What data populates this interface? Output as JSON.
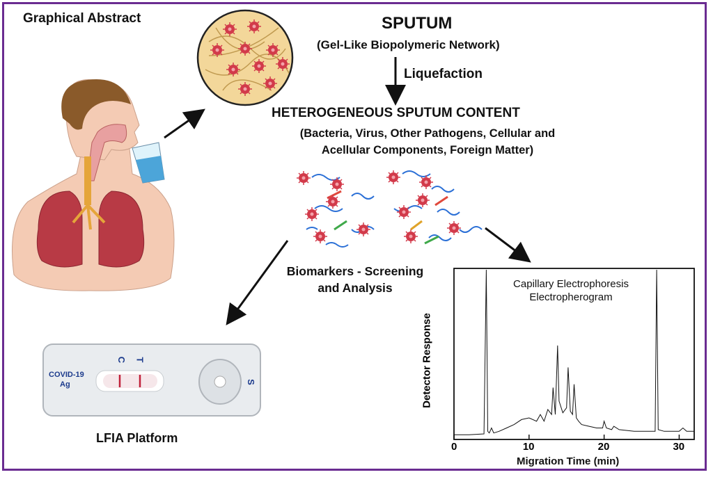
{
  "texts": {
    "graphical_abstract": "Graphical Abstract",
    "sputum": "SPUTUM",
    "sputum_sub": "(Gel-Like Biopolymeric Network)",
    "liquefaction": "Liquefaction",
    "heterogeneous": "HETEROGENEOUS SPUTUM CONTENT",
    "heterogeneous_sub": "(Bacteria, Virus, Other Pathogens, Cellular and Acellular Components, Foreign Matter)",
    "biomarkers": "Biomarkers - Screening and Analysis",
    "lfia": "LFIA Platform"
  },
  "cassette": {
    "label_line1": "COVID-19",
    "label_line2": "Ag",
    "c": "C",
    "t": "T",
    "s": "S"
  },
  "colors": {
    "frame": "#6a2c91",
    "virus": "#d23a4a",
    "strand": "#2a6fd6",
    "lung": "#b83a45",
    "skin": "#f4cbb4",
    "hair": "#8a5a2a"
  },
  "chart_data": {
    "type": "line",
    "title": "Capillary Electrophoresis Electropherogram",
    "xlabel": "Migration Time (min)",
    "ylabel": "Detector Response",
    "xlim": [
      0,
      32
    ],
    "xticks": [
      0,
      10,
      20,
      30
    ],
    "series": [
      {
        "x": [
          0,
          2,
          4,
          4.3,
          4.5,
          4.7,
          5,
          5.3,
          6,
          7,
          8,
          9,
          10,
          11,
          11.5,
          12,
          12.5,
          13,
          13.2,
          13.5,
          13.8,
          14,
          14.5,
          15,
          15.2,
          15.5,
          15.8,
          16,
          16.3,
          16.6,
          17,
          18,
          19,
          19.8,
          20,
          20.3,
          21,
          21.3,
          22,
          24,
          26,
          26.8,
          27,
          27.2,
          28,
          30,
          30.5,
          31,
          32
        ],
        "y": [
          2,
          2,
          2.5,
          100,
          4,
          3,
          6,
          3,
          4,
          6,
          8,
          11,
          12,
          10,
          14,
          10,
          17,
          14,
          30,
          14,
          55,
          22,
          15,
          18,
          42,
          16,
          14,
          32,
          12,
          10,
          8,
          7,
          6,
          6,
          10,
          6,
          5,
          7,
          5,
          4,
          4,
          4,
          100,
          5,
          4,
          4,
          6,
          4,
          4
        ]
      }
    ]
  }
}
